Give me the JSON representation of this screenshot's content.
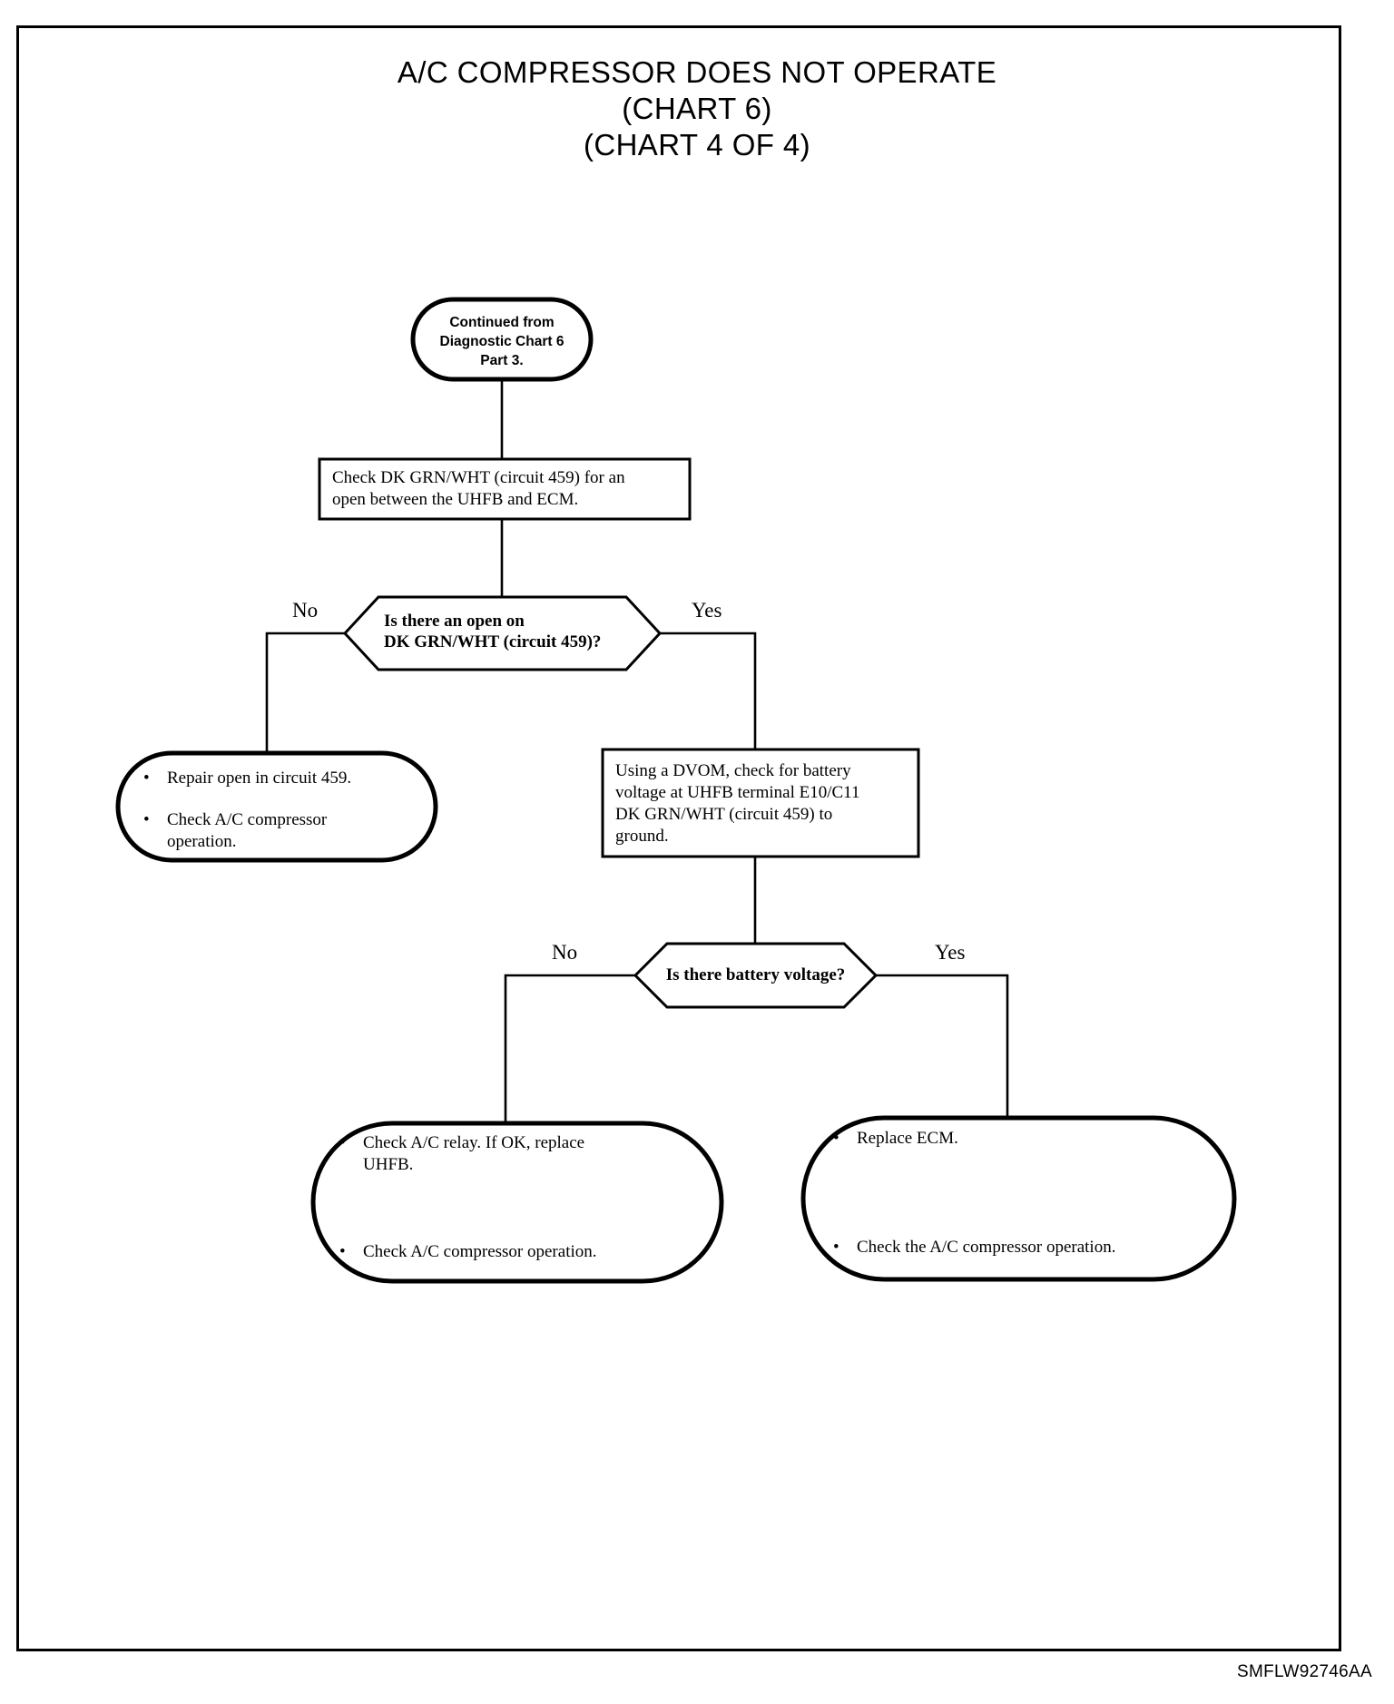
{
  "document": {
    "title_lines": [
      "A/C COMPRESSOR DOES NOT OPERATE",
      "(CHART 6)",
      "(CHART 4 OF 4)"
    ],
    "footer_code": "SMFLW92746AA",
    "frame": {
      "stroke_color": "#000000"
    }
  },
  "chart_data": {
    "type": "flowchart",
    "title": "A/C COMPRESSOR DOES NOT OPERATE (CHART 6) (CHART 4 OF 4)",
    "nodes": [
      {
        "id": "start",
        "shape": "terminator",
        "lines": [
          "Continued from",
          "Diagnostic Chart 6",
          "Part 3."
        ]
      },
      {
        "id": "check-open",
        "shape": "process",
        "lines": [
          "Check DK GRN/WHT (circuit 459) for an",
          "open between the UHFB and ECM."
        ]
      },
      {
        "id": "decision-open",
        "shape": "decision",
        "lines": [
          "Is there an open on",
          "DK GRN/WHT (circuit 459)?"
        ]
      },
      {
        "id": "repair-open",
        "shape": "terminator",
        "bullets": [
          [
            "Repair open in circuit 459."
          ],
          [
            "Check A/C compressor",
            "operation."
          ]
        ]
      },
      {
        "id": "check-voltage",
        "shape": "process",
        "lines": [
          "Using a DVOM, check for battery",
          "voltage at UHFB terminal E10/C11",
          "DK GRN/WHT (circuit 459) to",
          "ground."
        ]
      },
      {
        "id": "decision-voltage",
        "shape": "decision",
        "lines": [
          "Is there battery voltage?"
        ]
      },
      {
        "id": "check-relay",
        "shape": "terminator",
        "bullets": [
          [
            "Check A/C relay. If OK, replace",
            "UHFB."
          ],
          [
            "Check A/C compressor operation."
          ]
        ]
      },
      {
        "id": "replace-ecm",
        "shape": "terminator",
        "bullets": [
          [
            "Replace ECM."
          ],
          [
            "Check the A/C compressor operation."
          ]
        ]
      }
    ],
    "edges": [
      {
        "from": "start",
        "to": "check-open",
        "label": ""
      },
      {
        "from": "check-open",
        "to": "decision-open",
        "label": ""
      },
      {
        "from": "decision-open",
        "to": "repair-open",
        "label": "No"
      },
      {
        "from": "decision-open",
        "to": "check-voltage",
        "label": "Yes"
      },
      {
        "from": "check-voltage",
        "to": "decision-voltage",
        "label": ""
      },
      {
        "from": "decision-voltage",
        "to": "check-relay",
        "label": "No"
      },
      {
        "from": "decision-voltage",
        "to": "replace-ecm",
        "label": "Yes"
      }
    ],
    "branch_labels": {
      "decision_open_no": "No",
      "decision_open_yes": "Yes",
      "decision_voltage_no": "No",
      "decision_voltage_yes": "Yes"
    }
  }
}
